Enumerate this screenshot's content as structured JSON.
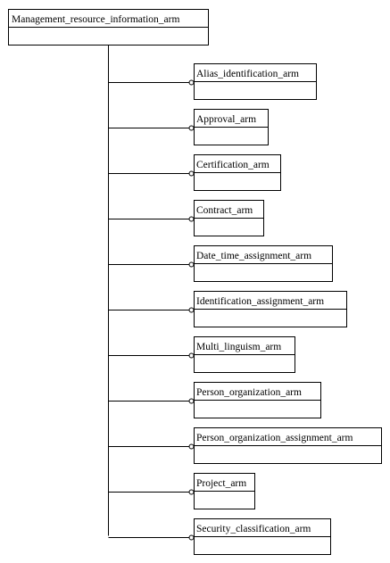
{
  "diagram": {
    "root": {
      "label": "Management_resource_information_arm"
    },
    "children": [
      {
        "label": "Alias_identification_arm"
      },
      {
        "label": "Approval_arm"
      },
      {
        "label": "Certification_arm"
      },
      {
        "label": "Contract_arm"
      },
      {
        "label": "Date_time_assignment_arm"
      },
      {
        "label": "Identification_assignment_arm"
      },
      {
        "label": "Multi_linguism_arm"
      },
      {
        "label": "Person_organization_arm"
      },
      {
        "label": "Person_organization_assignment_arm"
      },
      {
        "label": "Project_arm"
      },
      {
        "label": "Security_classification_arm"
      }
    ],
    "colors": {
      "stroke": "#000000",
      "background": "#ffffff"
    }
  }
}
